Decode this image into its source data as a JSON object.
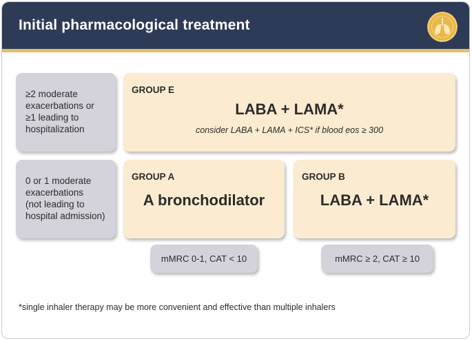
{
  "header": {
    "title": "Initial pharmacological treatment",
    "colors": {
      "header_bg": "#2e3b57",
      "rule": "#e3bf6a",
      "logo": "#e8b84a"
    }
  },
  "logo": {
    "icon": "lungs-seal-icon"
  },
  "rows": {
    "exacerbations_high": "≥2 moderate\nexacerbations or\n≥1 leading to\nhospitalization",
    "exacerbations_low": "0 or 1 moderate\nexacerbations\n(not leading to\nhospital admission)"
  },
  "group_e": {
    "label": "GROUP E",
    "treatment": "LABA + LAMA*",
    "note": "consider LABA + LAMA + ICS* if blood eos ≥ 300"
  },
  "group_a": {
    "label": "GROUP A",
    "treatment": "A bronchodilator"
  },
  "group_b": {
    "label": "GROUP B",
    "treatment": "LABA + LAMA*"
  },
  "symptoms": {
    "low": "mMRC 0-1, CAT < 10",
    "high": "mMRC ≥ 2, CAT ≥ 10"
  },
  "footnote": "*single inhaler therapy may be more convenient and effective than multiple inhalers",
  "colors": {
    "grey_box": "#d4d3db",
    "cream_box": "#fbebd0"
  }
}
